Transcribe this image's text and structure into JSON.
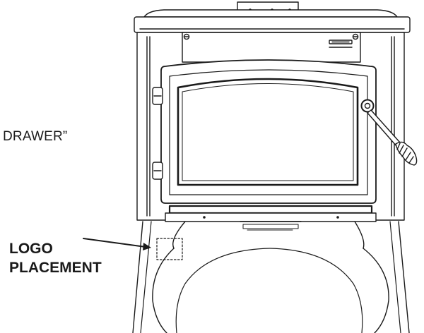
{
  "labels": {
    "drawer_text": "DRAWER”",
    "logo_line1": "LOGO",
    "logo_line2": "PLACEMENT"
  },
  "colors": {
    "ink": "#1a1a1a",
    "background": "#ffffff"
  }
}
